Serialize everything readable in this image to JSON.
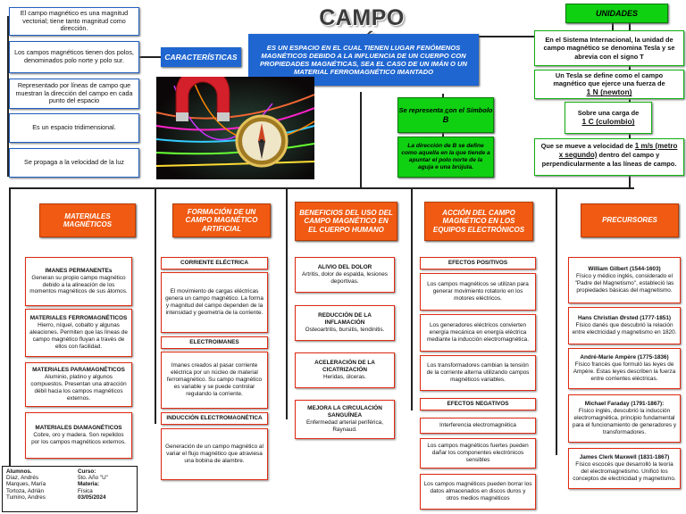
{
  "title": "CAMPO MAGNÉTICO",
  "definition": "ES UN ESPACIO EN EL CUAL TIENEN LUGAR FENÓMENOS MAGNÉTICOS DEBIDO A LA INFLUENCIA DE UN CUERPO CON PROPIEDADES MAGNÉTICAS, SEA EL CASO DE UN IMÁN O UN MATERIAL FERROMAGNÉTICO IMANTADO",
  "caracteristicas": {
    "label": "CARACTERÍSTICAS",
    "items": [
      "El campo magnético es una magnitud vectorial; tiene tanto magnitud como dirección.",
      "Los campos magnéticos tienen dos polos, denominados polo norte y polo sur.",
      "Representado por líneas de campo que muestran la dirección del campo en cada punto del espacio",
      "Es un espacio tridimensional.",
      "Se propaga a la velocidad de la luz"
    ]
  },
  "simbolo": {
    "label": "Se representa con el Símbolo",
    "symbol": "B",
    "description": "La dirección de B se define como aquella en la que tiende a apuntar el polo norte de la aguja e una brújula."
  },
  "unidades": {
    "label": "UNIDADES",
    "si": "En el Sistema Internacional, la unidad de campo magnético se denomina Tesla y se abrevia con el signo T",
    "tesla_a": "Un Tesla se define como el campo magnético que ejerce una fuerza de",
    "tesla_b": "1 N (newton)",
    "carga_a": "Sobre una carga de",
    "carga_b": "1 C (culombio)",
    "vel_a": "Que se mueve a velocidad de",
    "vel_b": "1 m/s (metro x segundo)",
    "vel_c": "dentro del campo y perpendicularmente a las líneas de campo."
  },
  "columns": {
    "materiales": {
      "header": "MATERIALES MAGNÉTICOS",
      "items": [
        {
          "title": "IMANES PERMANENTEs",
          "text": "Generan su propio campo magnético debido a la alineación de los momentos magnéticos de sus átomos."
        },
        {
          "title": "MATERIALES FERROMAGNÉTICOS",
          "text": "Hierro, níquel, cobalto y algunas aleaciones. Permiten que las líneas de campo magnético fluyan a través de ellos con facilidad."
        },
        {
          "title": "MATERIALES PARAMAGNÉTICOS",
          "text": "Aluminio, platino y algunos compuestos. Presentan una atracción débil hacia los campos magnéticos externos."
        },
        {
          "title": "MATERIALES DIAMAGNÉTICOS",
          "text": "Cobre, oro y madera. Son repelidos por los campos magnéticos externos."
        }
      ]
    },
    "formacion": {
      "header": "FORMACIÓN DE UN CAMPO MAGNÉTICO ARTIFICIAL",
      "sections": [
        {
          "title": "CORRIENTE ELÉCTRICA",
          "text": "El movimiento de cargas eléctricas genera un campo magnético. La forma y magnitud del campo dependen de la intensidad y geometría de la corriente."
        },
        {
          "title": "ELECTROIMANES",
          "text": "Imanes creados al pasar corriente eléctrica por un núcleo de material ferromagnético. Su campo magnético es variable y se puede controlar regulando la corriente."
        },
        {
          "title": "INDUCCIÓN ELECTROMAGNÉTICA",
          "text": "Generación de un campo magnético al variar el flujo magnético que atraviesa una bobina de alambre."
        }
      ]
    },
    "beneficios": {
      "header": "BENEFICIOS DEL USO DEL CAMPO MAGNÉTICO EN EL CUERPO HUMANO",
      "items": [
        {
          "title": "ALIVIO DEL DOLOR",
          "text": "Artritis, dolor de espalda, lesiones deportivas."
        },
        {
          "title": "REDUCCIÓN DE LA INFLAMACIÓN",
          "text": "Osteoartritis, bursitis, tendinitis."
        },
        {
          "title": "ACELERACIÓN DE LA CICATRIZACIÓN",
          "text": "Heridas, úlceras."
        },
        {
          "title": "MEJORA LA CIRCULACIÓN SANGUÍNEA",
          "text": "Enfermedad arterial periférica, Raynaud."
        }
      ]
    },
    "accion": {
      "header": "ACCIÓN DEL CAMPO MAGNÉTICO EN LOS EQUIPOS ELECTRÓNICOS",
      "positivos_title": "EFECTOS POSITIVOS",
      "positivos": [
        "Los campos magnéticos se utilizan para generar movimiento rotatorio en los motores eléctricos.",
        "Los generadores eléctricos convierten energía mecánica en energía eléctrica mediante la inducción electromagnética.",
        "Los transformadores cambian la tensión de la corriente alterna utilizando campos magnéticos variables."
      ],
      "negativos_title": "EFECTOS NEGATIVOS",
      "negativos": [
        "Interferencia electromagnética",
        "Los campos magnéticos fuertes pueden dañar los componentes electrónicos sensibles",
        "Los campos magnéticos pueden borrar los datos almacenados en discos duros y otros medios magnéticos"
      ]
    },
    "precursores": {
      "header": "PRECURSORES",
      "items": [
        {
          "title": "William Gilbert (1544-1603)",
          "text": "Físico y médico inglés, considerado el \"Padre del Magnetismo\", estableció las propiedades básicas del magnetismo."
        },
        {
          "title": "Hans Christian Ørsted (1777-1851)",
          "text": "Físico danés que descubrió la relación entre electricidad y magnetismo en 1820."
        },
        {
          "title": "André-Marie Ampère (1775-1836)",
          "text": "Físico francés que formuló las leyes de Ampère. Estas leyes describen la fuerza entre corrientes eléctricas."
        },
        {
          "title": "Michael Faraday (1791-1867):",
          "text": "Físico inglés, descubrió la inducción electromagnética, principio fundamental para el funcionamiento de generadores y transformadores."
        },
        {
          "title": "James Clerk Maxwell (1831-1867)",
          "text": "Físico escocés que desarrolló la teoría del electromagnetismo. Unificó los conceptos de electricidad y magnetismo."
        }
      ]
    }
  },
  "footer": {
    "alumnos_label": "Alumnos.",
    "alumnos": [
      "Díaz, Andrés",
      "Marques, María",
      "Tortoza, Adrián",
      "Tumino, Andres"
    ],
    "curso_label": "Curso:",
    "curso": "5to. Año \"U\"",
    "materia_label": "Materia:",
    "materia": "Física",
    "fecha": "03/05/2024"
  }
}
